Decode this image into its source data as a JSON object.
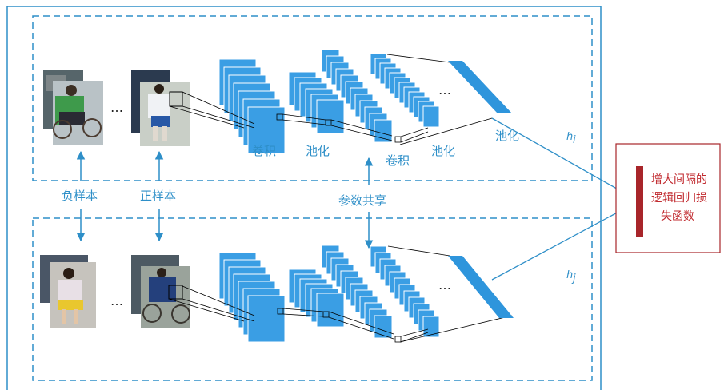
{
  "labels": {
    "conv": "卷积",
    "pool": "池化",
    "neg_sample": "负样本",
    "pos_sample": "正样本",
    "param_share": "参数共享",
    "h_top_base": "h",
    "h_top_sub": "i",
    "h_bottom_base": "h",
    "h_bottom_sub": "j",
    "ellipsis_small": "…",
    "ellipsis_large": "…"
  },
  "loss_box": {
    "lines": [
      "增大间隔的",
      "逻辑回归损",
      "失函数"
    ]
  },
  "colors": {
    "outer_border": "#2e8fc8",
    "dashed_border": "#2e8fc8",
    "feature_map_fill": "#3a9ee4",
    "feature_map_stroke": "#ffffff",
    "label_text": "#2e8fc8",
    "loss_border": "#a8252a",
    "loss_bar": "#a8252a",
    "loss_text": "#c0282d"
  }
}
